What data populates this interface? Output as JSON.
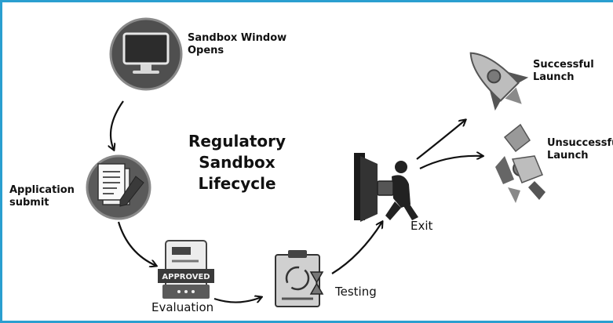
{
  "diagram": {
    "title": "Regulatory\nSandbox\nLifecycle",
    "steps": {
      "sandbox_window": {
        "label": "Sandbox Window\nOpens",
        "icon": "monitor-icon"
      },
      "application": {
        "label": "Application\nsubmit",
        "icon": "document-pen-icon"
      },
      "evaluation": {
        "label": "Evaluation",
        "icon": "approved-stamp-icon",
        "stamp_text": "APPROVED"
      },
      "testing": {
        "label": "Testing",
        "icon": "clipboard-hourglass-icon"
      },
      "exit": {
        "label": "Exit",
        "icon": "person-exiting-door-icon"
      },
      "successful": {
        "label": "Successful\nLaunch",
        "icon": "rocket-icon"
      },
      "unsuccessful": {
        "label": "Unsuccessful\nLaunch",
        "icon": "broken-rocket-icon"
      }
    }
  },
  "colors": {
    "frame": "#2a9fd0",
    "icon_dark": "#4a4a4a",
    "icon_mid": "#8a8a8a",
    "icon_light": "#c8c8c8",
    "arrow": "#111111"
  }
}
